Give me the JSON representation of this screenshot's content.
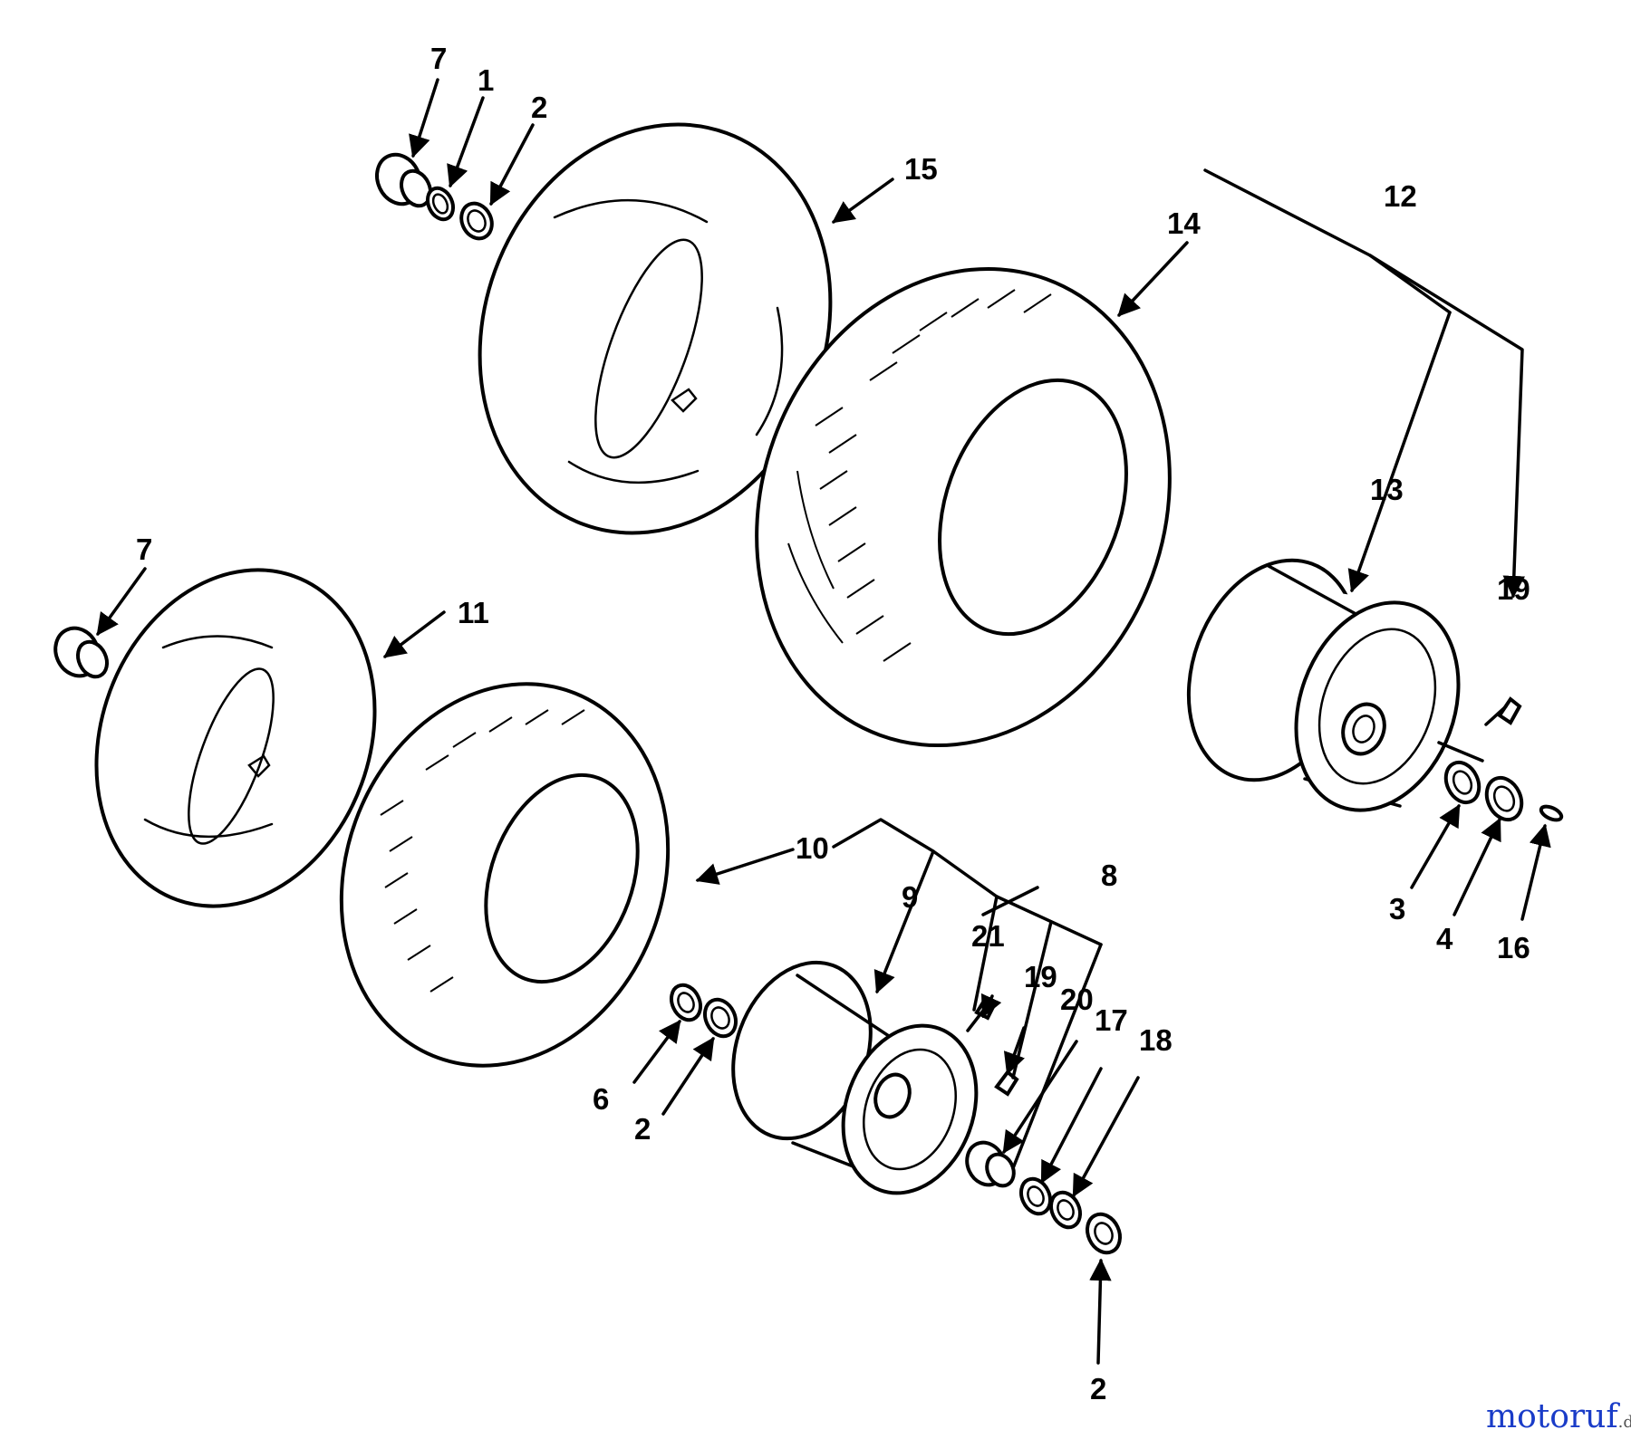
{
  "diagram": {
    "callouts": [
      {
        "id": "c7a",
        "label": "7"
      },
      {
        "id": "c1",
        "label": "1"
      },
      {
        "id": "c2a",
        "label": "2"
      },
      {
        "id": "c15",
        "label": "15"
      },
      {
        "id": "c14",
        "label": "14"
      },
      {
        "id": "c12",
        "label": "12"
      },
      {
        "id": "c13",
        "label": "13"
      },
      {
        "id": "c19a",
        "label": "19"
      },
      {
        "id": "c7b",
        "label": "7"
      },
      {
        "id": "c11",
        "label": "11"
      },
      {
        "id": "c10",
        "label": "10"
      },
      {
        "id": "c8",
        "label": "8"
      },
      {
        "id": "c9",
        "label": "9"
      },
      {
        "id": "c21",
        "label": "21"
      },
      {
        "id": "c19b",
        "label": "19"
      },
      {
        "id": "c20",
        "label": "20"
      },
      {
        "id": "c17",
        "label": "17"
      },
      {
        "id": "c18",
        "label": "18"
      },
      {
        "id": "c6",
        "label": "6"
      },
      {
        "id": "c2b",
        "label": "2"
      },
      {
        "id": "c3",
        "label": "3"
      },
      {
        "id": "c4",
        "label": "4"
      },
      {
        "id": "c16",
        "label": "16"
      },
      {
        "id": "c2c",
        "label": "2"
      }
    ]
  },
  "watermark": {
    "text": "motoruf",
    "suffix": ".de",
    "colors": [
      "#1a3cc8",
      "#2a8a2a",
      "#d08a00",
      "#c0181c"
    ]
  }
}
